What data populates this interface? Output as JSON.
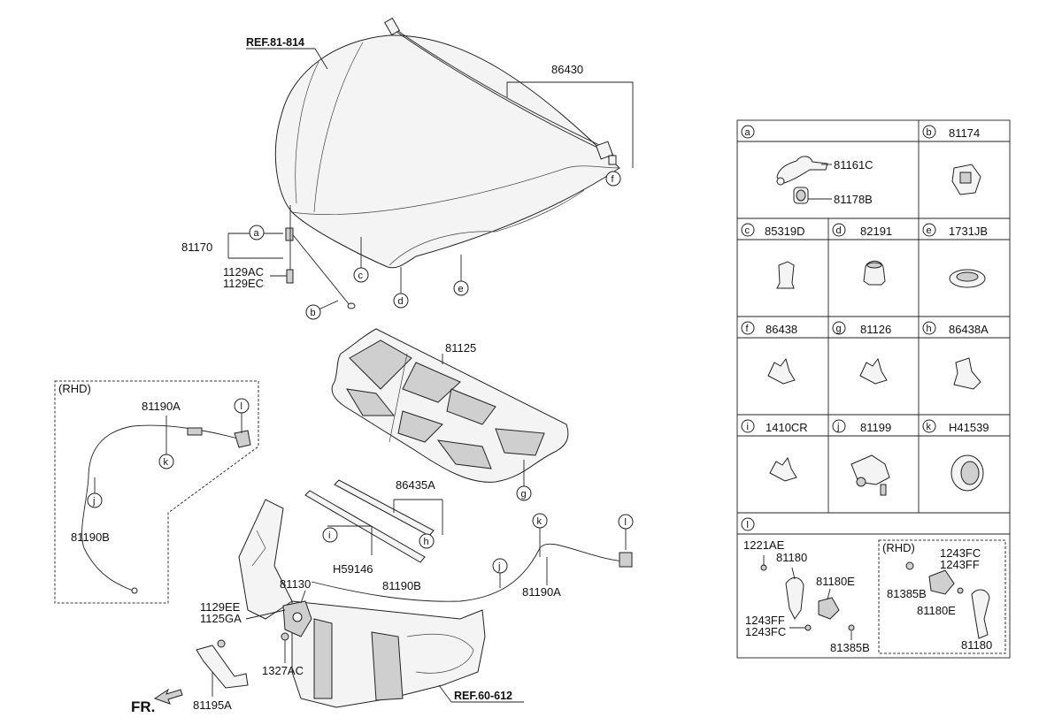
{
  "refs": {
    "hood_ref": "REF.81-814",
    "panel_ref": "REF.60-612"
  },
  "front_label": "FR.",
  "rhd_label": "(RHD)",
  "parts": {
    "p86430": "86430",
    "p81170": "81170",
    "p1129AC": "1129AC",
    "p1129EC": "1129EC",
    "p81125": "81125",
    "p86435A": "86435A",
    "pH59146": "H59146",
    "p81190A_rhd": "81190A",
    "p81190B_rhd": "81190B",
    "p81190B": "81190B",
    "p81190A": "81190A",
    "p81130": "81130",
    "p1129EE": "1129EE",
    "p1125GA": "1125GA",
    "p1327AC": "1327AC",
    "p81195A": "81195A"
  },
  "callouts": {
    "a": "a",
    "b": "b",
    "c": "c",
    "d": "d",
    "e": "e",
    "f": "f",
    "g": "g",
    "h": "h",
    "i": "i",
    "j": "j",
    "k": "k",
    "l": "l"
  },
  "legend": {
    "a": {
      "key": "a",
      "sub1": "81161C",
      "sub2": "81178B"
    },
    "b": {
      "key": "b",
      "part": "81174"
    },
    "c": {
      "key": "c",
      "part": "85319D"
    },
    "d": {
      "key": "d",
      "part": "82191"
    },
    "e": {
      "key": "e",
      "part": "1731JB"
    },
    "f": {
      "key": "f",
      "part": "86438"
    },
    "g": {
      "key": "g",
      "part": "81126"
    },
    "h": {
      "key": "h",
      "part": "86438A"
    },
    "i": {
      "key": "i",
      "part": "1410CR"
    },
    "j": {
      "key": "j",
      "part": "81199"
    },
    "k": {
      "key": "k",
      "part": "H41539"
    },
    "l": {
      "key": "l",
      "rhd": "(RHD)",
      "p1221AE": "1221AE",
      "p81180": "81180",
      "p81180E": "81180E",
      "p1243FF": "1243FF",
      "p1243FC": "1243FC",
      "p81385B": "81385B",
      "rhd_1243FC": "1243FC",
      "rhd_1243FF": "1243FF",
      "rhd_81385B": "81385B",
      "rhd_81180E": "81180E",
      "rhd_81180": "81180"
    }
  }
}
